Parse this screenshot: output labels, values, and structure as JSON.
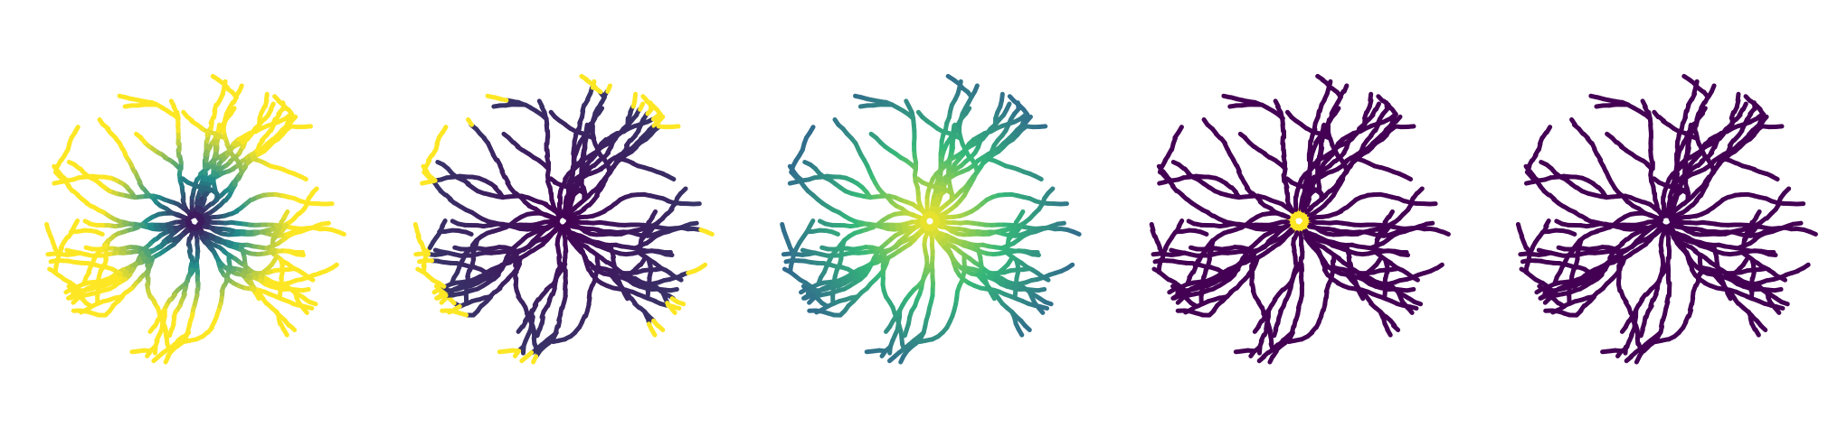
{
  "figure": {
    "panels": [
      {
        "id": "panel-1",
        "colormap": "viridis",
        "scheme": "yellow-tips",
        "colors": {
          "core": "#440154",
          "mid": "#21918c",
          "tip": "#fde725"
        }
      },
      {
        "id": "panel-2",
        "colormap": "viridis",
        "scheme": "dark-with-yellow-edges",
        "colors": {
          "core": "#440154",
          "mid": "#21918c",
          "tip": "#fde725"
        }
      },
      {
        "id": "panel-3",
        "colormap": "viridis",
        "scheme": "bright-center-blue-tips",
        "colors": {
          "core": "#fde725",
          "mid": "#35b779",
          "tip": "#31688e"
        }
      },
      {
        "id": "panel-4",
        "colormap": "viridis",
        "scheme": "dark-with-bright-center",
        "colors": {
          "core": "#fde725",
          "mid": "#440154",
          "tip": "#440154"
        }
      },
      {
        "id": "panel-5",
        "colormap": "viridis",
        "scheme": "uniform-dark",
        "colors": {
          "core": "#440154",
          "mid": "#440154",
          "tip": "#440154"
        }
      }
    ]
  }
}
